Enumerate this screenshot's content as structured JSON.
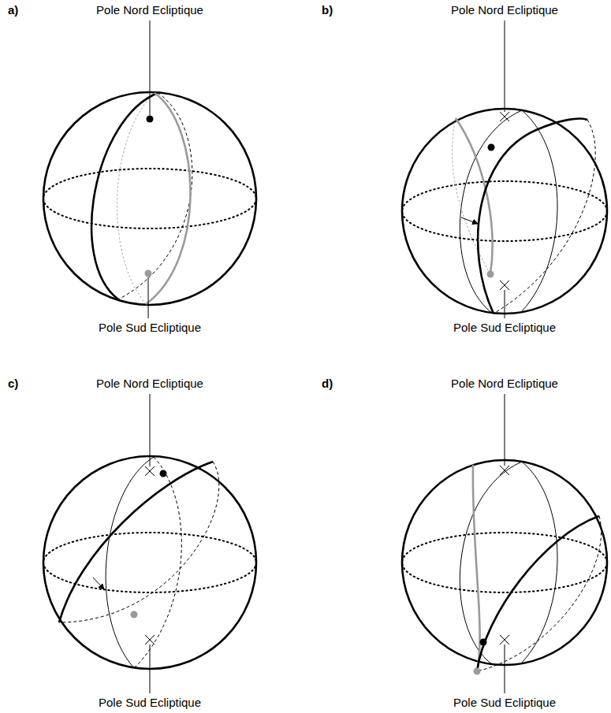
{
  "diagram": {
    "labels": [
      "a)",
      "Pole Nord Ecliptique",
      "Pole Sud Ecliptique",
      "b)",
      "Pole Nord Ecliptique",
      "Pole Sud Ecliptique",
      "c)",
      "Pole Nord Ecliptique",
      "Pole Sud Ecliptique",
      "d)",
      "Pole Nord Ecliptique",
      "Pole Sud Ecliptique"
    ]
  }
}
